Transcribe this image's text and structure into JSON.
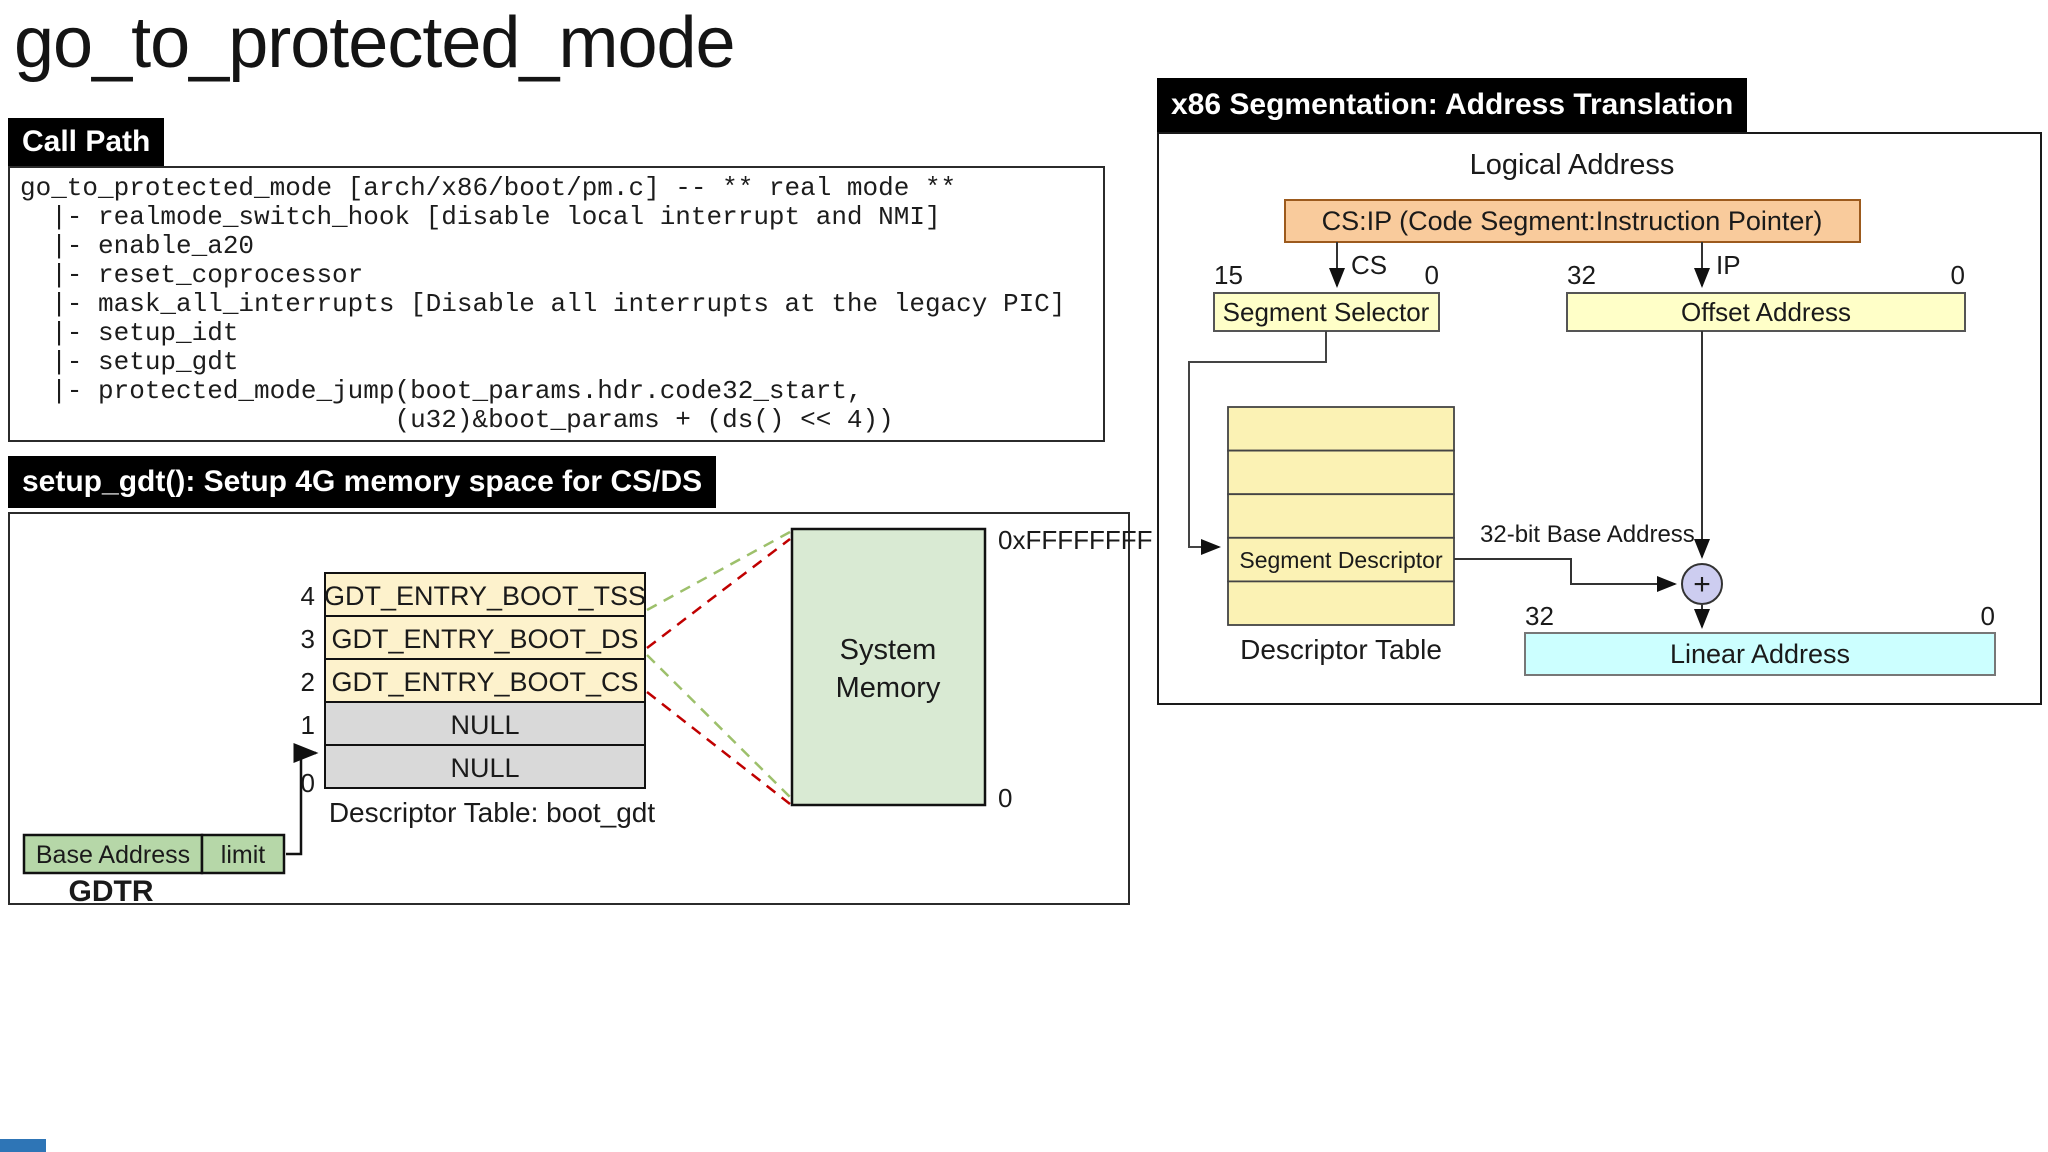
{
  "slide": {
    "title": "go_to_protected_mode",
    "accent_color": "#2e75b6"
  },
  "call_path": {
    "label": "Call Path",
    "code_lines": [
      "go_to_protected_mode [arch/x86/boot/pm.c] -- ** real mode **",
      "  |- realmode_switch_hook [disable local interrupt and NMI]",
      "  |- enable_a20",
      "  |- reset_coprocessor",
      "  |- mask_all_interrupts [Disable all interrupts at the legacy PIC]",
      "  |- setup_idt",
      "  |- setup_gdt",
      "  |- protected_mode_jump(boot_params.hdr.code32_start,",
      "                        (u32)&boot_params + (ds() << 4))"
    ]
  },
  "gdt_section": {
    "label": "setup_gdt(): Setup 4G memory space for CS/DS",
    "table": {
      "rows": [
        {
          "index": "4",
          "label": "GDT_ENTRY_BOOT_TSS"
        },
        {
          "index": "3",
          "label": "GDT_ENTRY_BOOT_DS"
        },
        {
          "index": "2",
          "label": "GDT_ENTRY_BOOT_CS"
        },
        {
          "index": "1",
          "label": "NULL"
        },
        {
          "index": "0",
          "label": "NULL"
        }
      ],
      "base_index": "0",
      "caption": "Descriptor Table: boot_gdt"
    },
    "gdtr": {
      "base_label": "Base Address",
      "limit_label": "limit",
      "caption": "GDTR"
    },
    "memory": {
      "line1": "System",
      "line2": "Memory",
      "top_address": "0xFFFFFFFF",
      "bottom_address": "0"
    },
    "colors": {
      "entry_fill": "#fdf2cc",
      "null_fill": "#d9d9d9",
      "gdtr_fill": "#b6d7a8",
      "memory_fill": "#d9ead3",
      "map_green": "#9dc06b",
      "map_red": "#c00000"
    }
  },
  "segmentation_panel": {
    "label": "x86 Segmentation: Address Translation",
    "logical_address_label": "Logical Address",
    "csip_label": "CS:IP (Code Segment:Instruction Pointer)",
    "cs_label": "CS",
    "ip_label": "IP",
    "selector": {
      "bit_high": "15",
      "bit_low": "0",
      "label": "Segment Selector"
    },
    "offset": {
      "bit_high": "32",
      "bit_low": "0",
      "label": "Offset Address"
    },
    "descriptor_table": {
      "row_label": "Segment Descriptor",
      "caption": "Descriptor Table"
    },
    "base_address_label": "32-bit Base Address",
    "plus_label": "+",
    "linear": {
      "bit_high": "32",
      "bit_low": "0",
      "label": "Linear Address"
    },
    "colors": {
      "csip_fill": "#f9cb9c",
      "field_fill": "#ffffc8",
      "descriptor_fill": "#fbf2b4",
      "plus_fill": "#cdcdf0",
      "linear_fill": "#ccffff"
    }
  }
}
